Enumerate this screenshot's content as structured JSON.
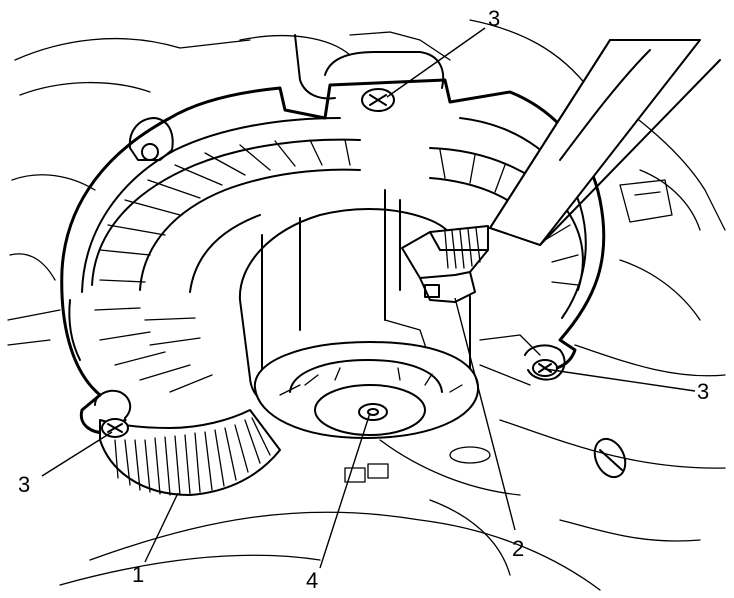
{
  "callouts": [
    {
      "id": "c1",
      "label": "1"
    },
    {
      "id": "c2",
      "label": "2"
    },
    {
      "id": "c3a",
      "label": "3"
    },
    {
      "id": "c3b",
      "label": "3"
    },
    {
      "id": "c3c",
      "label": "3"
    },
    {
      "id": "c4",
      "label": "4"
    }
  ]
}
